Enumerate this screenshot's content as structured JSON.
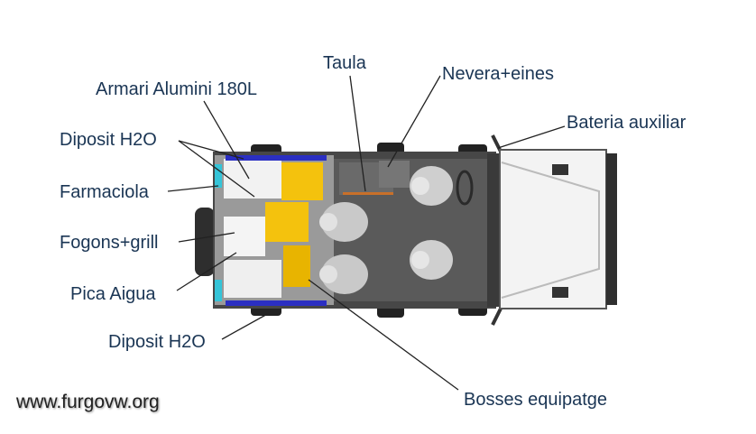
{
  "labels": {
    "armari": "Armari Alumini 180L",
    "taula": "Taula",
    "nevera": "Nevera+eines",
    "bateria": "Bateria auxiliar",
    "diposit_top": "Diposit H2O",
    "farmaciola": "Farmaciola",
    "fogons": "Fogons+grill",
    "pica": "Pica Aigua",
    "diposit_bottom": "Diposit H2O",
    "bosses": "Bosses equipatge"
  },
  "footer": {
    "website": "www.furgovw.org"
  },
  "colors": {
    "label_text": "#1a3554",
    "cabinet_yellow": "#f4c20d",
    "water_tank_blue": "#2b2fc2",
    "accent_cyan": "#35c4d8",
    "vehicle_dark": "#3f3f3f",
    "hood_white": "#f3f3f3"
  }
}
